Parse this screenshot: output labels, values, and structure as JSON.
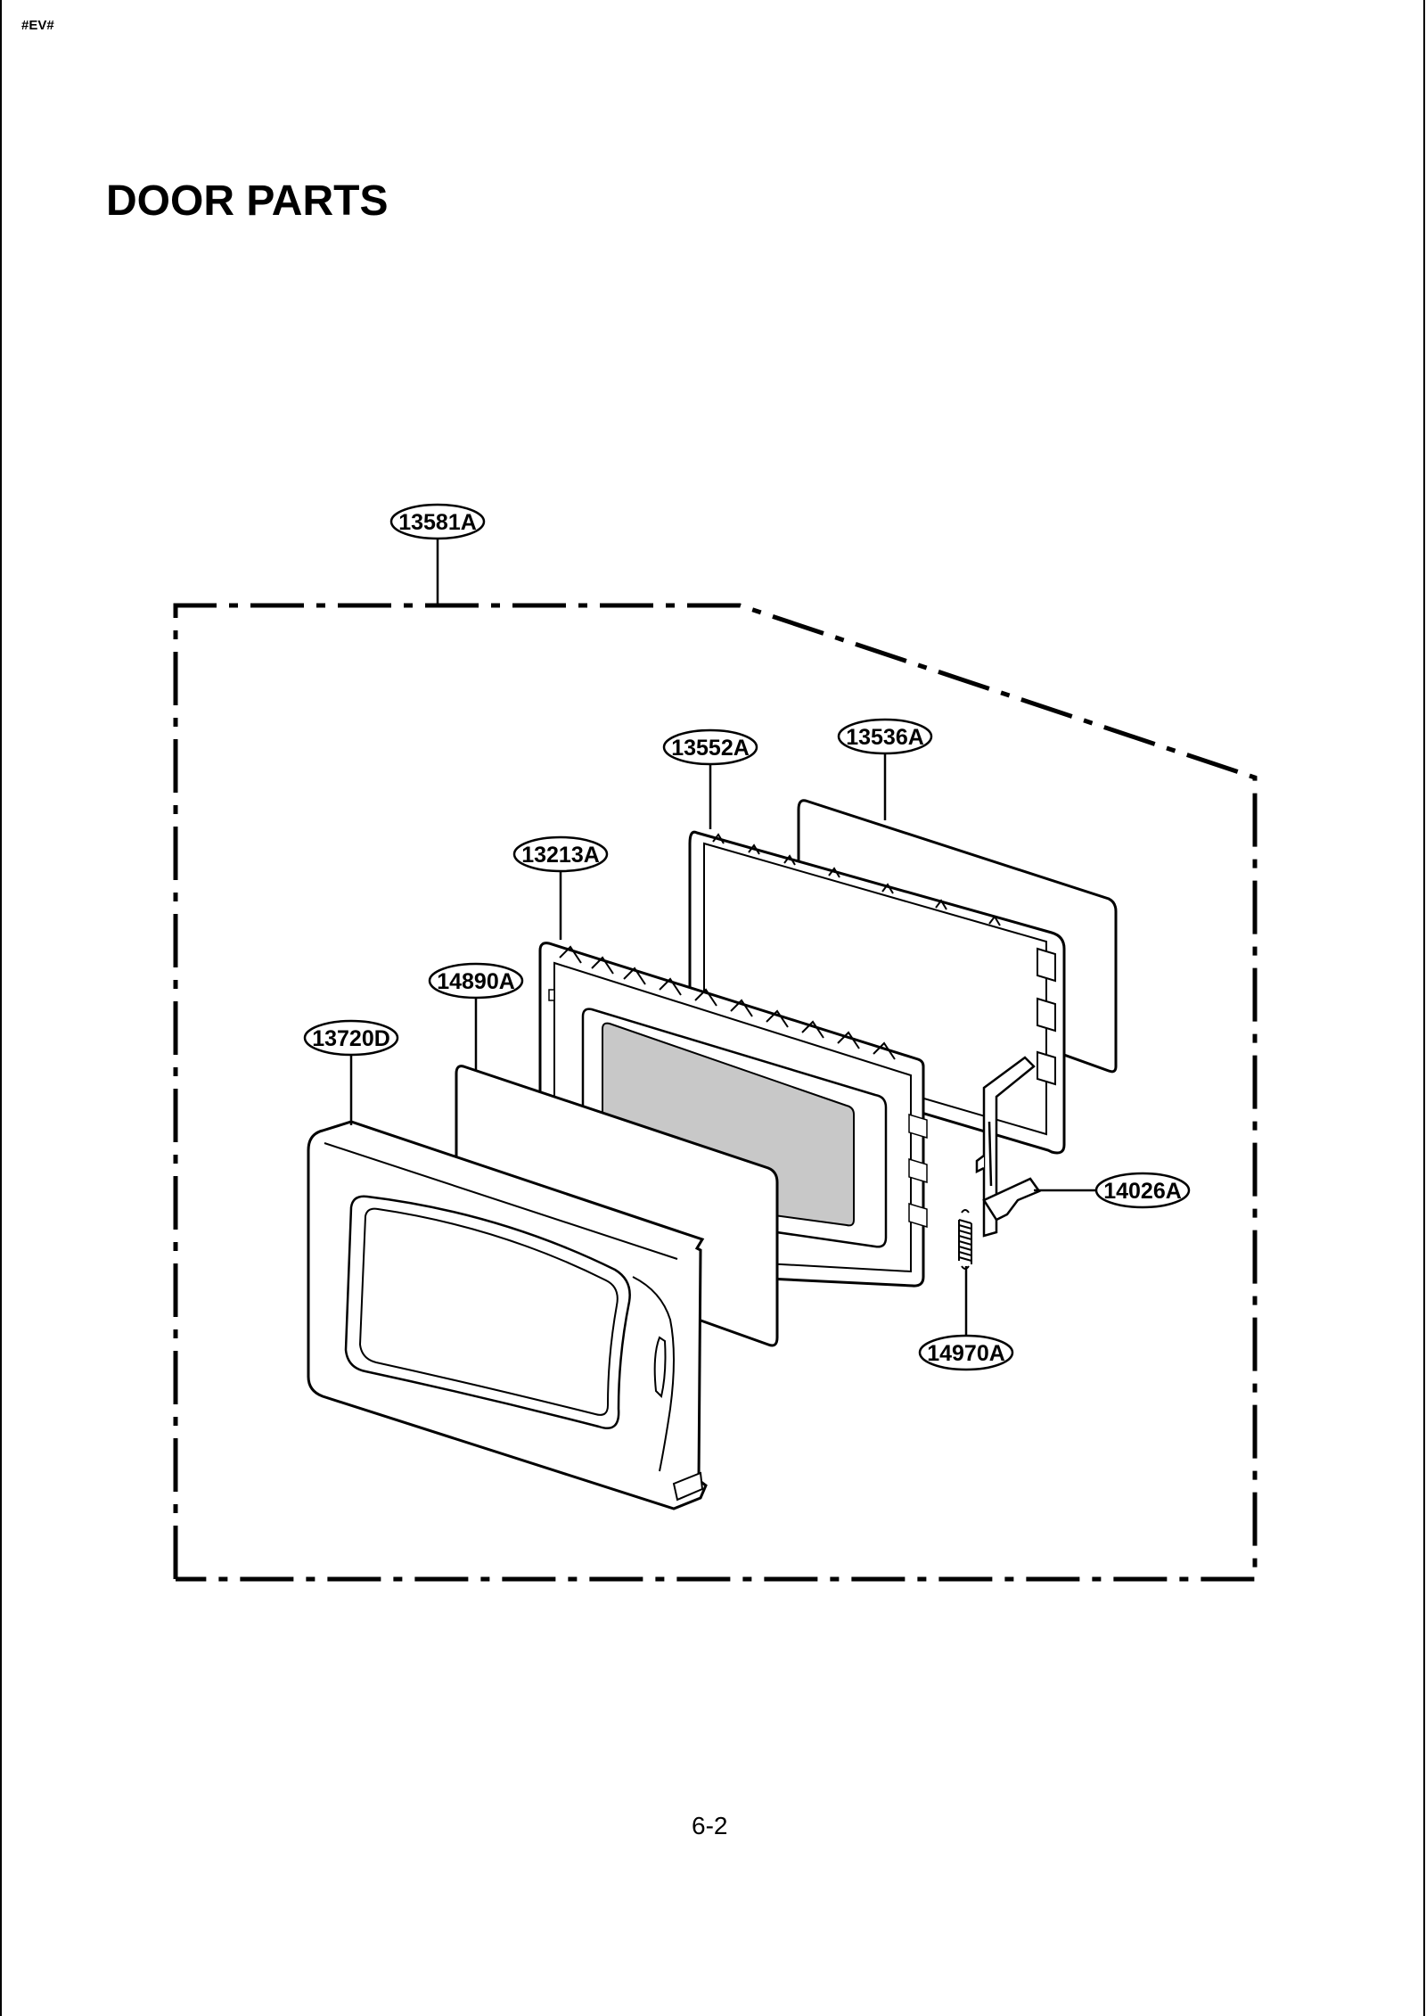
{
  "header": {
    "code": "#EV#",
    "title": "DOOR PARTS"
  },
  "diagram": {
    "parts": {
      "assembly": "13581A",
      "choke_cover": "13552A",
      "door_sheet": "13536A",
      "door_frame": "13213A",
      "door_screen": "14890A",
      "door_front": "13720D",
      "latch_key": "14026A",
      "spring": "14970A"
    }
  },
  "footer": {
    "page_number": "6-2"
  }
}
